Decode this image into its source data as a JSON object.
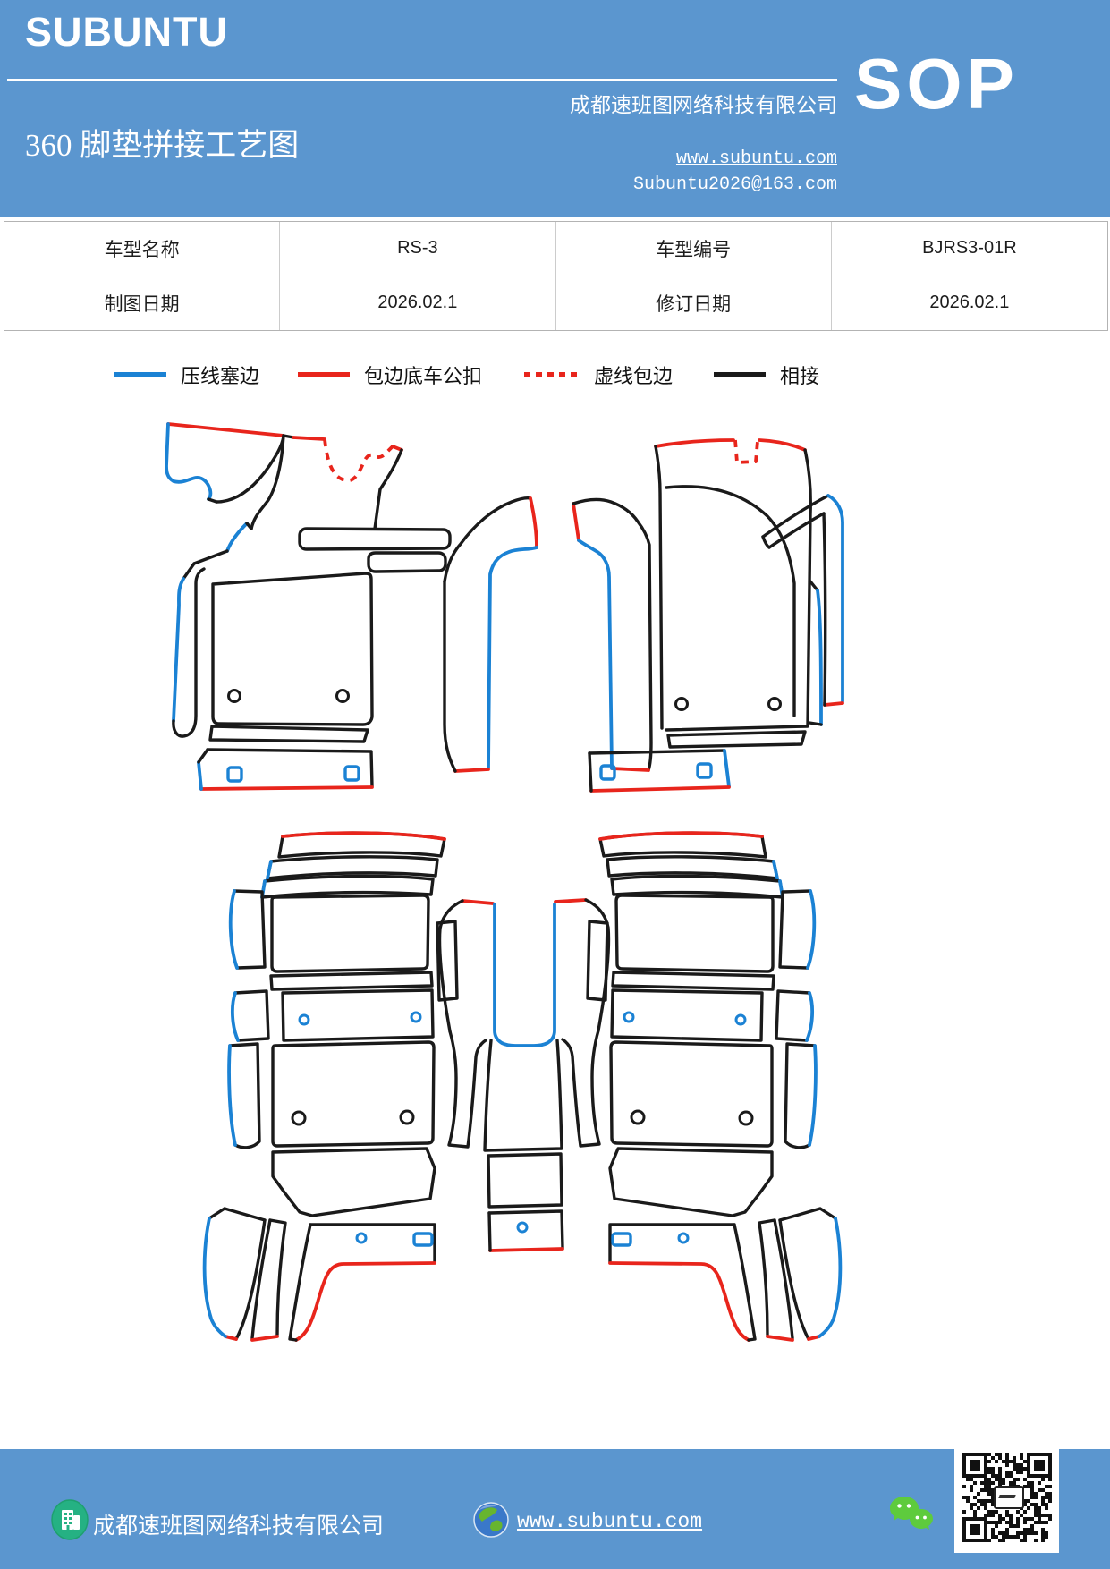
{
  "header": {
    "brand": "SUBUNTU",
    "title": "360 脚垫拼接工艺图",
    "company": "成都速班图网络科技有限公司",
    "website": "www.subuntu.com",
    "email": "Subuntu2026@163.com",
    "sop": "SOP"
  },
  "info_table": {
    "rows": [
      {
        "cells": [
          "车型名称",
          "RS-3",
          "车型编号",
          "BJRS3-01R"
        ]
      },
      {
        "cells": [
          "制图日期",
          "2026.02.1",
          "修订日期",
          "2026.02.1"
        ]
      }
    ]
  },
  "legend": {
    "items": [
      {
        "label": "压线塞边",
        "color": "#1b82d4",
        "style": "solid"
      },
      {
        "label": "包边底车公扣",
        "color": "#e8251c",
        "style": "solid"
      },
      {
        "label": "虚线包边",
        "color": "#e8251c",
        "style": "dashed"
      },
      {
        "label": "相接",
        "color": "#1a1a1a",
        "style": "solid"
      }
    ]
  },
  "diagram": {
    "description": "360 全包围脚垫裁片拼接工艺图（前排驾驶/副驾驶裁片组 + 后排及中央通道裁片组）"
  },
  "footer": {
    "company": "成都速班图网络科技有限公司",
    "website": "www.subuntu.com"
  },
  "colors": {
    "header_bg": "#5b96cf",
    "line_blue": "#1b82d4",
    "line_red": "#e8251c",
    "line_black": "#1a1a1a",
    "wechat_green": "#5ecb3d",
    "building_green": "#25b183"
  }
}
